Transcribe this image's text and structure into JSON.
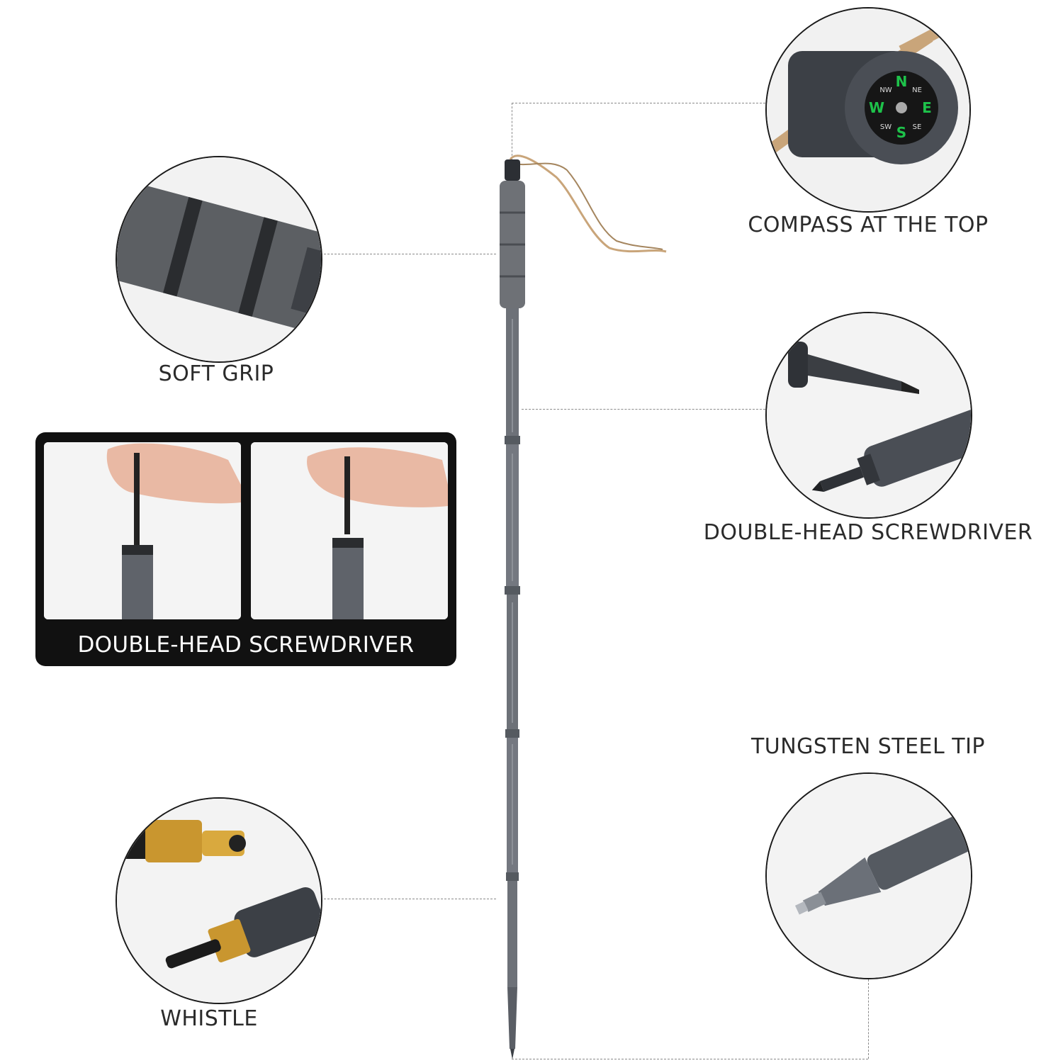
{
  "features": {
    "compass": "COMPASS AT THE TOP",
    "soft_grip": "SOFT GRIP",
    "screwdriver_right": "DOUBLE-HEAD SCREWDRIVER",
    "screwdriver_panel": "DOUBLE-HEAD SCREWDRIVER",
    "tungsten_tip": "TUNGSTEN STEEL TIP",
    "whistle": "WHISTLE"
  },
  "compass_dial": {
    "north": "N",
    "south": "S",
    "east": "E",
    "west": "W",
    "nw": "NW",
    "sw": "SW",
    "ne": "NE",
    "se": "SE"
  },
  "colors": {
    "pole_gray": "#6d7178",
    "dark_metal": "#3c4046",
    "whistle_gold": "#c9962f",
    "compass_green": "#1ec24a",
    "rope_tan": "#c9a57a",
    "panel_black": "#111111"
  }
}
